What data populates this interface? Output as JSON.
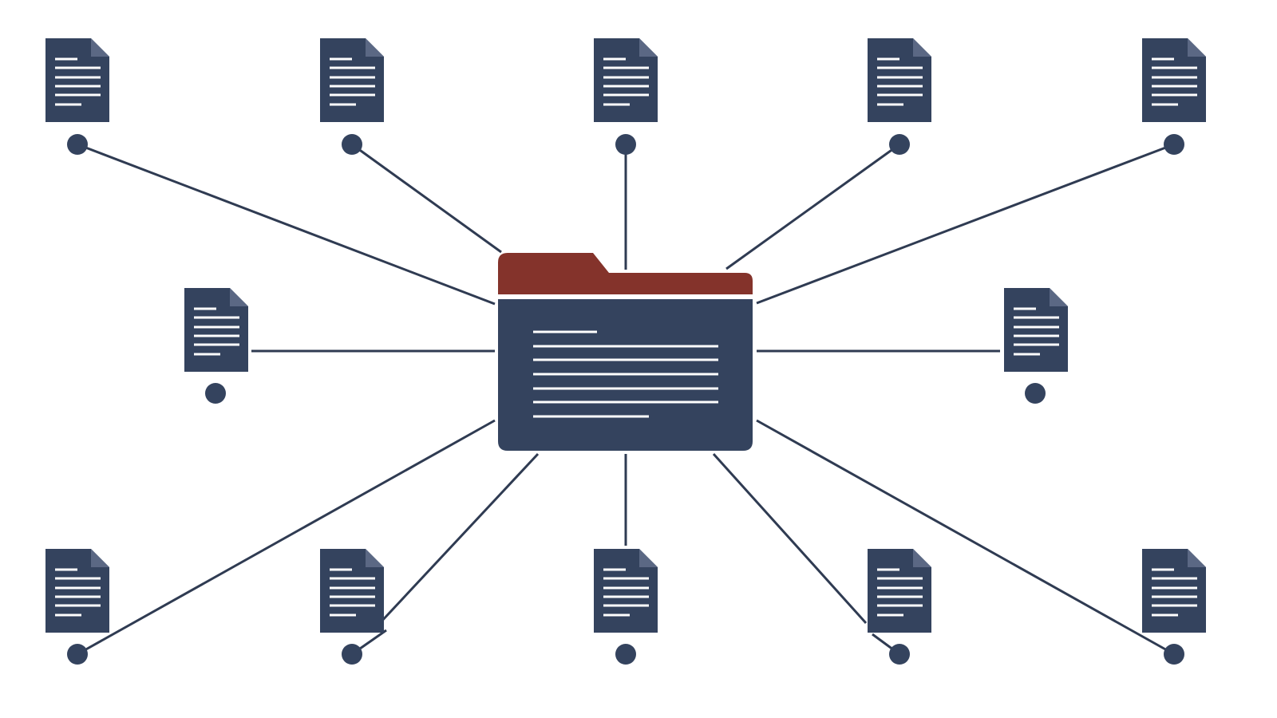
{
  "colors": {
    "background": "#ffffff",
    "document_fill": "#34435e",
    "document_fold": "#5b6884",
    "document_lines": "#ffffff",
    "connector_line": "#2f3b52",
    "node_dot": "#34435e",
    "folder_body": "#34435e",
    "folder_tab": "#84332b"
  },
  "hub": {
    "icon": "folder-icon",
    "text_lines": 7
  },
  "documents": [
    {
      "id": "doc-top-1",
      "icon": "document-icon",
      "row": "top"
    },
    {
      "id": "doc-top-2",
      "icon": "document-icon",
      "row": "top"
    },
    {
      "id": "doc-top-3",
      "icon": "document-icon",
      "row": "top"
    },
    {
      "id": "doc-top-4",
      "icon": "document-icon",
      "row": "top"
    },
    {
      "id": "doc-top-5",
      "icon": "document-icon",
      "row": "top"
    },
    {
      "id": "doc-mid-left",
      "icon": "document-icon",
      "row": "middle"
    },
    {
      "id": "doc-mid-right",
      "icon": "document-icon",
      "row": "middle"
    },
    {
      "id": "doc-bottom-1",
      "icon": "document-icon",
      "row": "bottom"
    },
    {
      "id": "doc-bottom-2",
      "icon": "document-icon",
      "row": "bottom"
    },
    {
      "id": "doc-bottom-3",
      "icon": "document-icon",
      "row": "bottom"
    },
    {
      "id": "doc-bottom-4",
      "icon": "document-icon",
      "row": "bottom"
    },
    {
      "id": "doc-bottom-5",
      "icon": "document-icon",
      "row": "bottom"
    }
  ],
  "connections": 12
}
